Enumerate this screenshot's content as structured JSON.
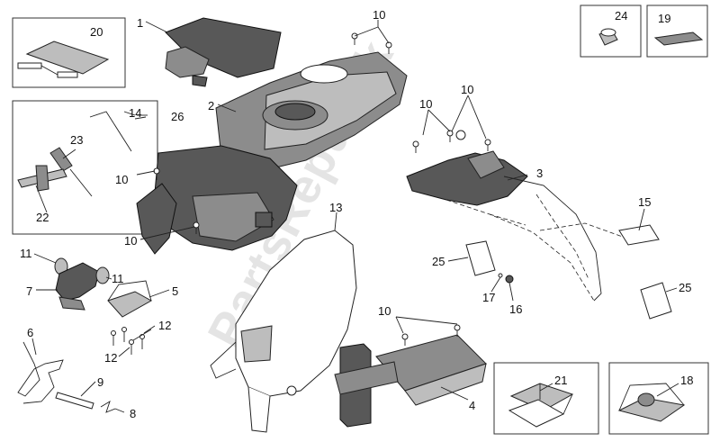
{
  "diagram": {
    "watermark": "PartsRepublik",
    "labels": [
      "1",
      "2",
      "3",
      "4",
      "5",
      "6",
      "7",
      "8",
      "9",
      "10",
      "10",
      "10",
      "10",
      "10",
      "10",
      "11",
      "11",
      "12",
      "12",
      "13",
      "14",
      "15",
      "16",
      "17",
      "18",
      "19",
      "20",
      "21",
      "22",
      "23",
      "24",
      "25",
      "25",
      "26"
    ]
  }
}
